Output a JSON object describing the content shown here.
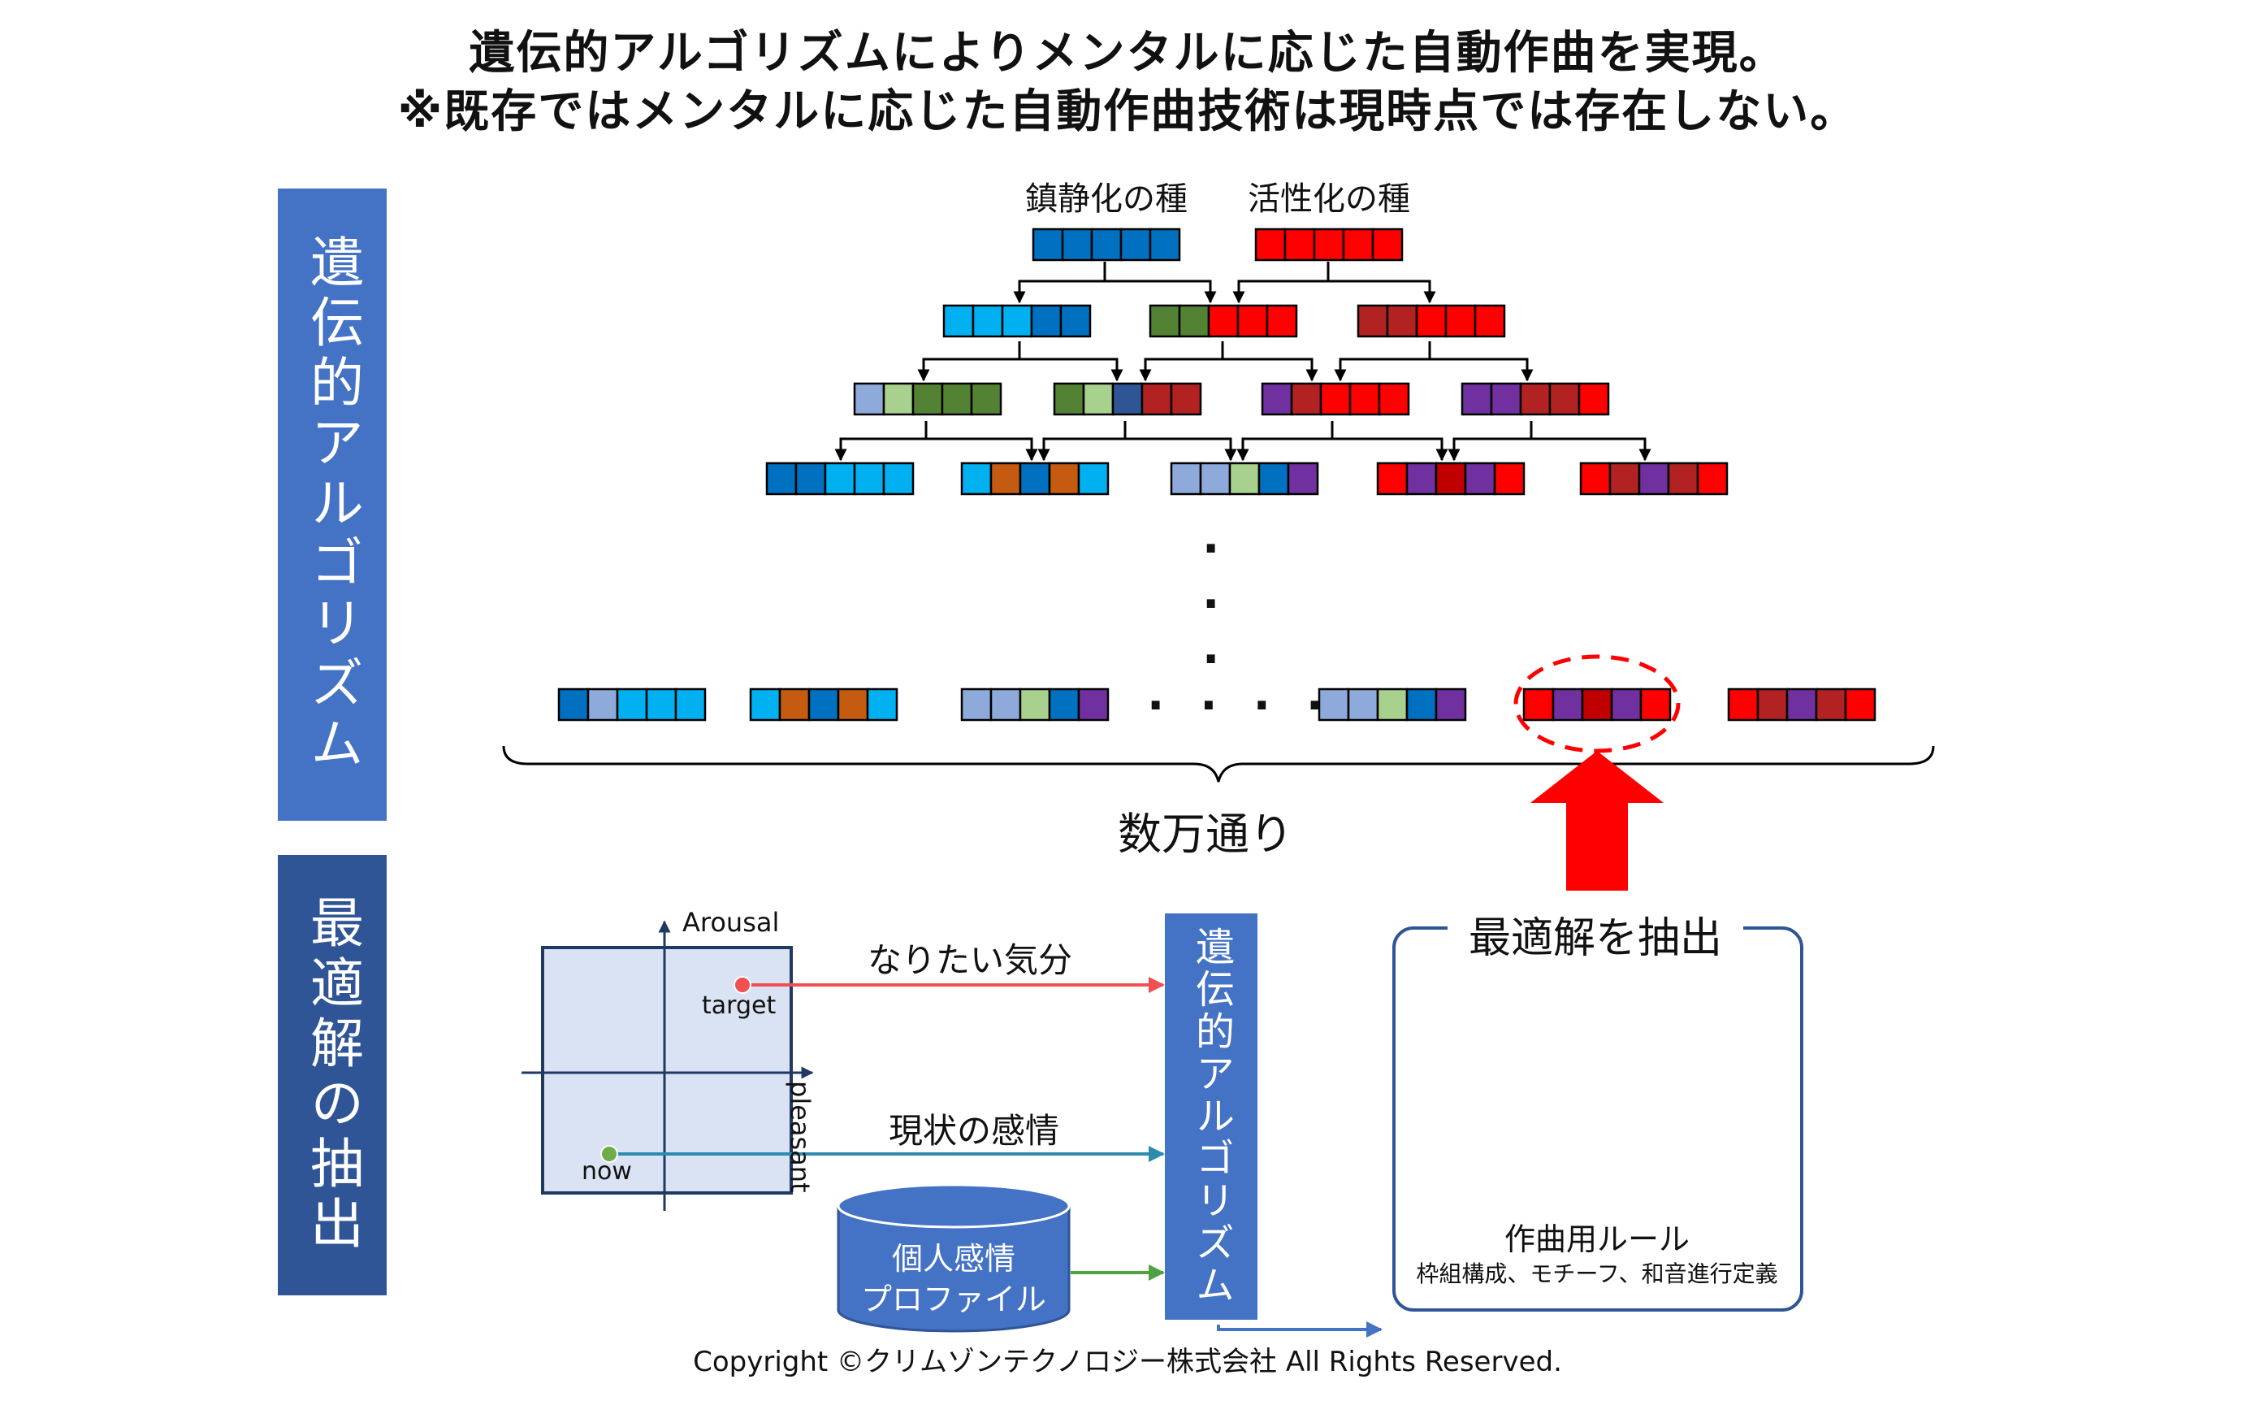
{
  "title": {
    "line1": "遺伝的アルゴリズムによりメンタルに応じた自動作曲を実現。",
    "line2": "※既存ではメンタルに応じた自動作曲技術は現時点では存在しない。"
  },
  "side_labels": {
    "ga": "遺伝的アルゴリズム",
    "extract": "最適解の抽出"
  },
  "seeds": {
    "calm": "鎮静化の種",
    "active": "活性化の種"
  },
  "count_label": "数万通り",
  "colors": {
    "blue": "#0070c0",
    "red": "#ff0000",
    "lightblue": "#00b0f0",
    "green": "#548235",
    "darkred": "#c00000",
    "purple": "#7030a0",
    "pale": "#8eaadb",
    "lightgreen": "#a9d18e",
    "navy": "#2f5597",
    "orange": "#c55a11",
    "brick": "#b22222"
  },
  "chromosome_rows": {
    "row0": [
      [
        "blue",
        "blue",
        "blue",
        "blue",
        "blue"
      ],
      [
        "red",
        "red",
        "red",
        "red",
        "red"
      ]
    ],
    "row1": [
      [
        "lightblue",
        "lightblue",
        "lightblue",
        "blue",
        "blue"
      ],
      [
        "green",
        "green",
        "red",
        "red",
        "red"
      ],
      [
        "brick",
        "brick",
        "red",
        "red",
        "red"
      ]
    ],
    "row2": [
      [
        "pale",
        "lightgreen",
        "green",
        "green",
        "green"
      ],
      [
        "green",
        "lightgreen",
        "navy",
        "brick",
        "brick"
      ],
      [
        "purple",
        "brick",
        "red",
        "red",
        "red"
      ],
      [
        "purple",
        "purple",
        "brick",
        "brick",
        "red"
      ]
    ],
    "row3": [
      [
        "blue",
        "blue",
        "lightblue",
        "lightblue",
        "lightblue"
      ],
      [
        "lightblue",
        "orange",
        "blue",
        "orange",
        "lightblue"
      ],
      [
        "pale",
        "pale",
        "lightgreen",
        "blue",
        "purple"
      ],
      [
        "red",
        "purple",
        "darkred",
        "purple",
        "red"
      ],
      [
        "red",
        "brick",
        "purple",
        "brick",
        "red"
      ]
    ],
    "final": [
      [
        "blue",
        "pale",
        "lightblue",
        "lightblue",
        "lightblue"
      ],
      [
        "lightblue",
        "orange",
        "blue",
        "orange",
        "lightblue"
      ],
      [
        "pale",
        "pale",
        "lightgreen",
        "blue",
        "purple"
      ],
      [
        "pale",
        "pale",
        "lightgreen",
        "blue",
        "purple"
      ],
      [
        "red",
        "purple",
        "darkred",
        "purple",
        "red"
      ],
      [
        "red",
        "brick",
        "purple",
        "brick",
        "red"
      ]
    ]
  },
  "ellipsis": {
    "vertical": [
      ".",
      ".",
      "."
    ],
    "horizontal": [
      ".",
      ".",
      ".",
      "."
    ]
  },
  "chart": {
    "y_axis": "Arousal",
    "x_axis": "pleasant",
    "target_label": "target",
    "now_label": "now"
  },
  "arrows": {
    "desired": "なりたい気分",
    "current": "現状の感情"
  },
  "profile_db": {
    "line1": "個人感情",
    "line2": "プロファイル"
  },
  "algo_box": "遺伝的アルゴリズム",
  "rules_box": {
    "title": "最適解を抽出",
    "name": "作曲用ルール",
    "detail": "枠組構成、モチーフ、和音進行定義"
  },
  "copyright": "Copyright ©クリムゾンテクノロジー株式会社 All Rights Reserved."
}
